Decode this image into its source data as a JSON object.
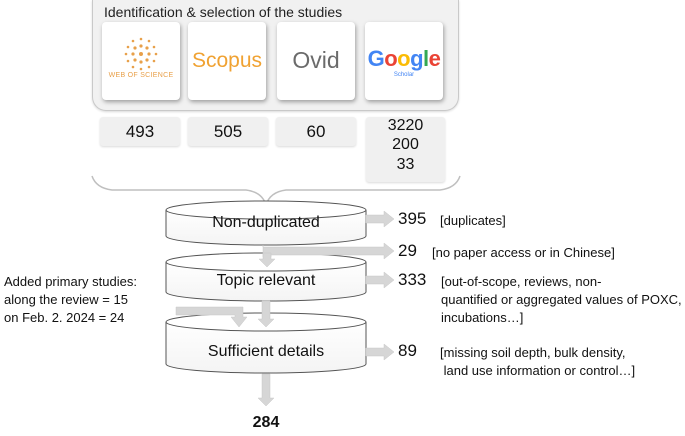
{
  "header": {
    "title": "Identification & selection of the studies"
  },
  "databases": [
    {
      "name": "Web of Science",
      "logo_text": "WEB OF SCIENCE",
      "count": "493",
      "icon": "web-of-science-logo"
    },
    {
      "name": "Scopus",
      "logo_text": "Scopus",
      "count": "505",
      "icon": "scopus-logo"
    },
    {
      "name": "Ovid",
      "logo_text": "Ovid",
      "count": "60",
      "icon": "ovid-logo"
    },
    {
      "name": "Google Scholar",
      "logo_text": "Google",
      "logo_sub": "Scholar",
      "counts": [
        "3220",
        "200",
        "33"
      ],
      "icon": "google-scholar-logo"
    }
  ],
  "stages": [
    {
      "label": "Non-duplicated"
    },
    {
      "label": "Topic relevant"
    },
    {
      "label": "Sufficient details"
    }
  ],
  "exclusions": [
    {
      "count": "395",
      "reason": "[duplicates]"
    },
    {
      "count": "29",
      "reason": "[no paper access or in Chinese]"
    },
    {
      "count": "333",
      "reason_lines": [
        "[out-of-scope,  reviews,  non-",
        "quantified or aggregated values of POXC,",
        "incubations…]"
      ]
    },
    {
      "count": "89",
      "reason_lines": [
        "[missing soil depth, bulk density,",
        " land use information or control…]"
      ]
    }
  ],
  "added_studies": {
    "lines": [
      "Added primary studies:",
      "along the review = 15",
      "on Feb. 2. 2024 = 24"
    ]
  },
  "final": {
    "count": "284"
  },
  "colors": {
    "wos_orange": "#e8a04a",
    "scopus_orange": "#f0a232",
    "ovid_gray": "#6b6b6b",
    "google_blue": "#4285F4",
    "google_red": "#EA4335",
    "google_yellow": "#FBBC05",
    "google_green": "#34A853",
    "arrow_gray": "#d0d0d0"
  }
}
